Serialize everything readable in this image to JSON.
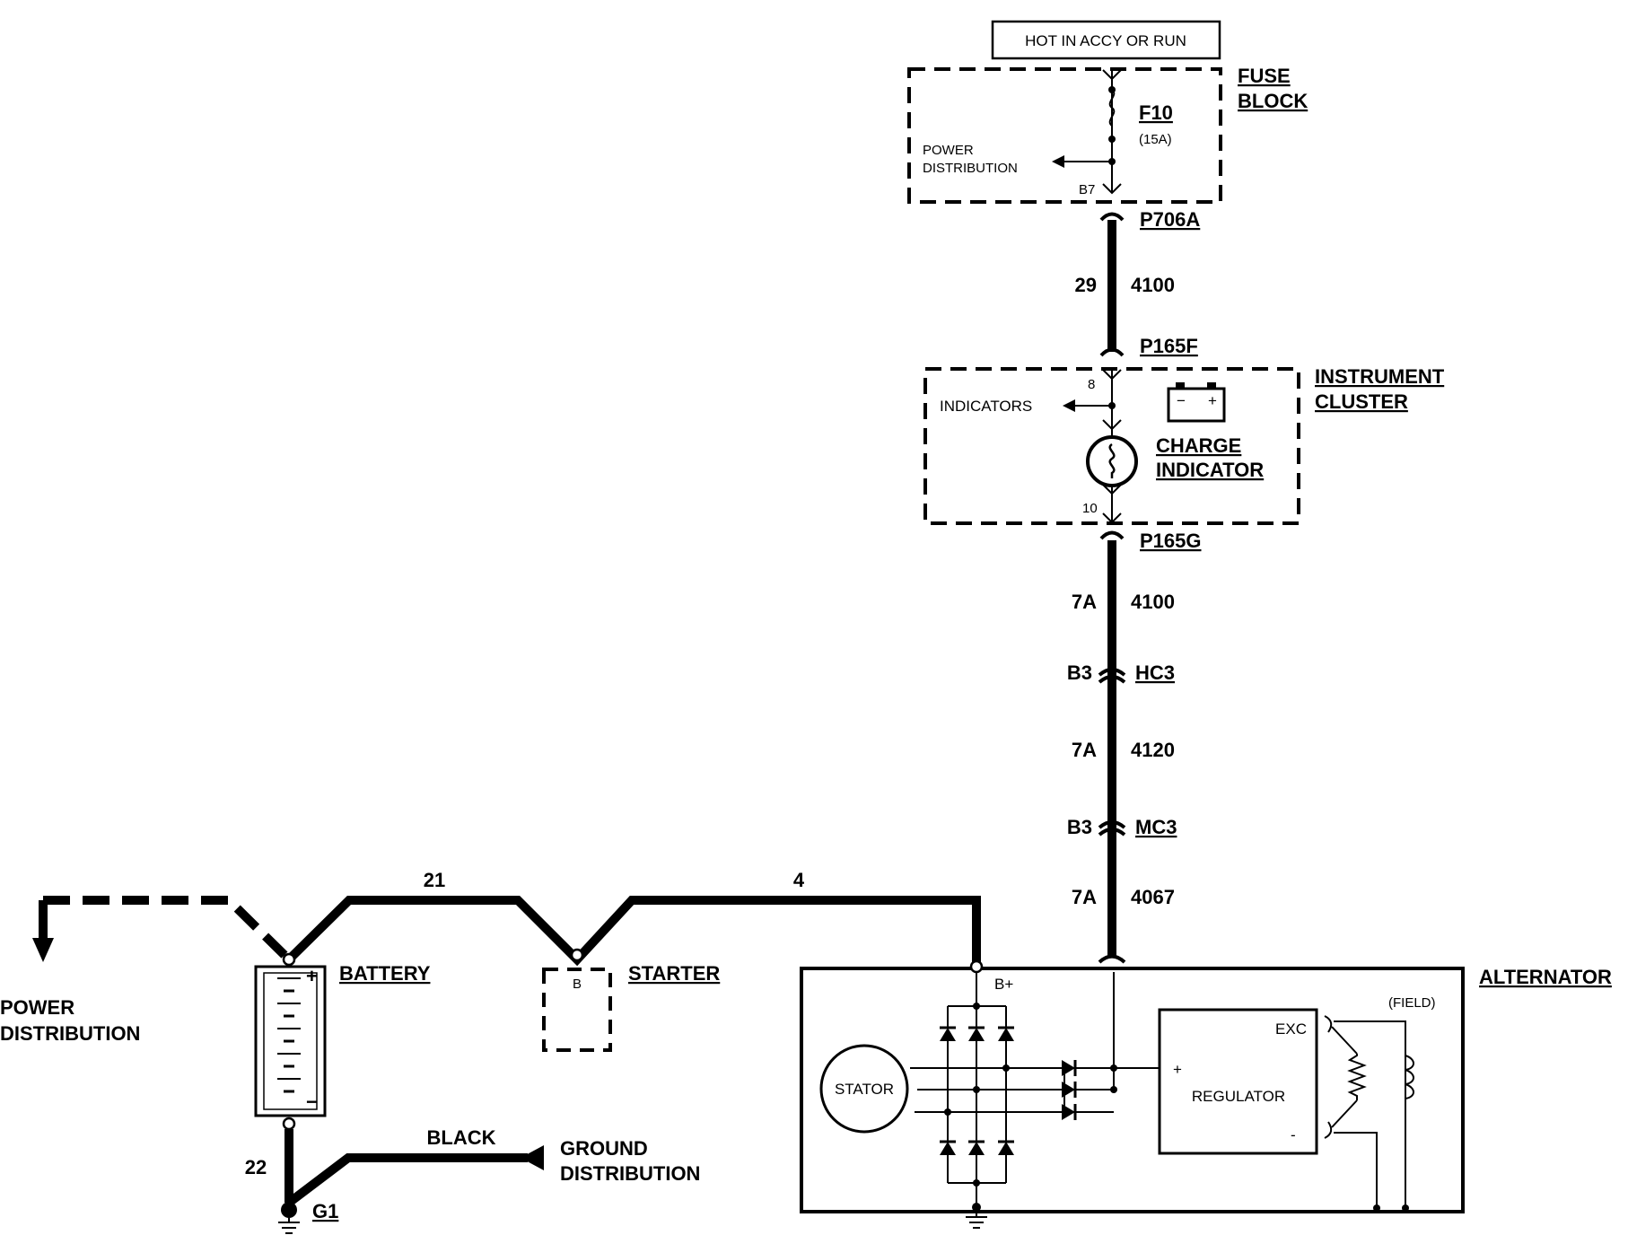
{
  "power_source": "HOT IN ACCY OR RUN",
  "fuse_block": {
    "title_1": "FUSE",
    "title_2": "BLOCK",
    "fuse_id": "F10",
    "fuse_rating": "(15A)",
    "power_dist_1": "POWER",
    "power_dist_2": "DISTRIBUTION",
    "pin": "B7"
  },
  "connectors": {
    "p706a": "P706A",
    "p165f": "P165F",
    "p165g": "P165G",
    "hc3": "HC3",
    "mc3": "MC3",
    "b3_hc3": "B3",
    "b3_mc3": "B3"
  },
  "wires": {
    "w1_gauge": "29",
    "w1_circuit": "4100",
    "w2_gauge": "7A",
    "w2_circuit": "4100",
    "w3_gauge": "7A",
    "w3_circuit": "4120",
    "w4_gauge": "7A",
    "w4_circuit": "4067",
    "main_left": "21",
    "main_right": "4",
    "battery_ground": "22",
    "ground_wire_color": "BLACK"
  },
  "instrument_cluster": {
    "title_1": "INSTRUMENT",
    "title_2": "CLUSTER",
    "pin_top": "8",
    "pin_bottom": "10",
    "indicators": "INDICATORS",
    "charge_1": "CHARGE",
    "charge_2": "INDICATOR",
    "battery_icon_minus": "−",
    "battery_icon_plus": "+"
  },
  "battery": {
    "label": "BATTERY",
    "plus": "+",
    "minus": "−"
  },
  "starter": {
    "label": "STARTER",
    "terminal": "B"
  },
  "power_distribution": {
    "line_1": "POWER",
    "line_2": "DISTRIBUTION"
  },
  "ground": {
    "label": "G1",
    "dist_1": "GROUND",
    "dist_2": "DISTRIBUTION"
  },
  "alternator": {
    "label": "ALTERNATOR",
    "b_plus": "B+",
    "stator": "STATOR",
    "regulator": "REGULATOR",
    "exc": "EXC",
    "field": "(FIELD)",
    "reg_plus": "+",
    "reg_minus": "-"
  }
}
